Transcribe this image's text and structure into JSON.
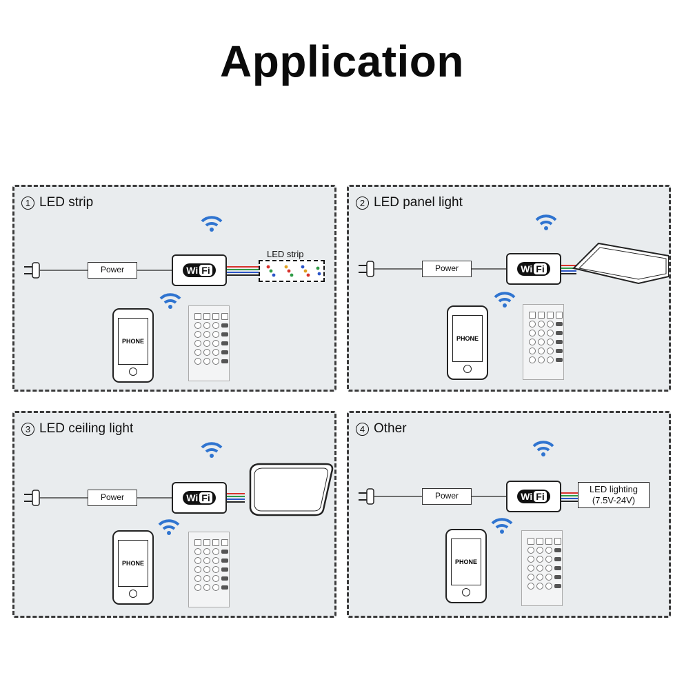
{
  "title": "Application",
  "panels": [
    {
      "num": "1",
      "label": "LED strip",
      "load_label": "LED strip"
    },
    {
      "num": "2",
      "label": "LED panel light"
    },
    {
      "num": "3",
      "label": "LED ceiling light"
    },
    {
      "num": "4",
      "label": "Other",
      "load_label_line1": "LED lighting",
      "load_label_line2": "(7.5V-24V)"
    }
  ],
  "power_label": "Power",
  "controller": {
    "wi": "Wi",
    "fi": "Fi"
  },
  "phone_label": "PHONE",
  "colors": {
    "wifi_signal": "#2f74d0",
    "wire_red": "#d8312c",
    "wire_green": "#2e9b45",
    "wire_blue": "#2b55c8",
    "panel_bg": "#e9ecee"
  }
}
